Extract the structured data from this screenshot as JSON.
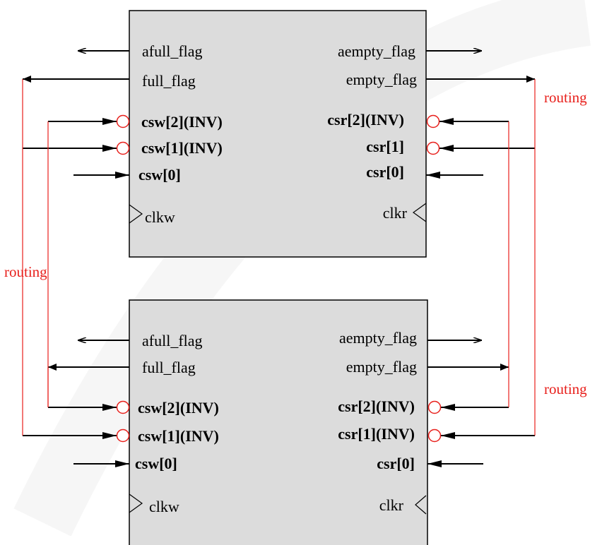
{
  "colors": {
    "block_fill": "#dcdcdc",
    "line": "#000000",
    "routing": "#e8201c",
    "watermark": "#eeeeee"
  },
  "routing_labels": {
    "right_top": "routing",
    "left_mid": "routing",
    "right_bottom": "routing"
  },
  "top_block": {
    "afull_flag": "afull_flag",
    "full_flag": "full_flag",
    "csw2": "csw[2](INV)",
    "csw1": "csw[1](INV)",
    "csw0": "csw[0]",
    "clkw": "clkw",
    "aempty_flag": "aempty_flag",
    "empty_flag": "empty_flag",
    "csr2": "csr[2](INV)",
    "csr1": "csr[1]",
    "csr0": "csr[0]",
    "clkr": "clkr"
  },
  "bottom_block": {
    "afull_flag": "afull_flag",
    "full_flag": "full_flag",
    "csw2": "csw[2](INV)",
    "csw1": "csw[1](INV)",
    "csw0": "csw[0]",
    "clkw": "clkw",
    "aempty_flag": "aempty_flag",
    "empty_flag": "empty_flag",
    "csr2": "csr[2](INV)",
    "csr1": "csr[1](INV)",
    "csr0": "csr[0]",
    "clkr": "clkr"
  }
}
